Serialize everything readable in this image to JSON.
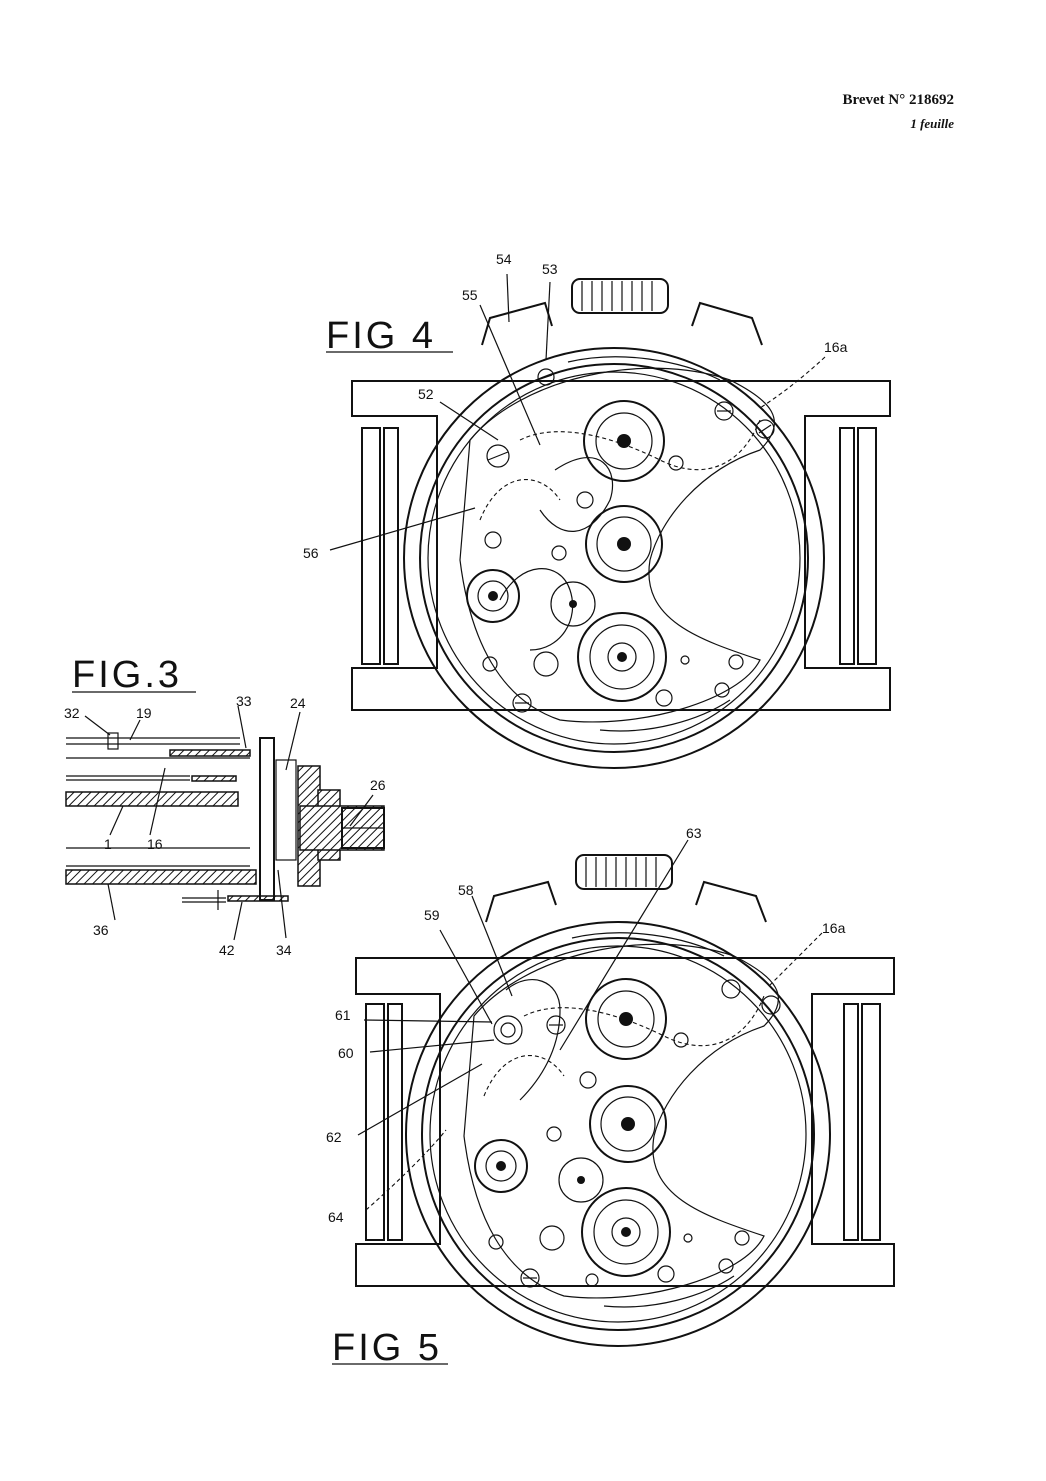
{
  "header": {
    "patent": "Brevet N° 218692",
    "sheet": "1 feuille"
  },
  "figures": {
    "fig3": {
      "label": "FIG.3",
      "refs": {
        "r32": "32",
        "r19": "19",
        "r33": "33",
        "r24": "24",
        "r26": "26",
        "r1": "1",
        "r16": "16",
        "r36": "36",
        "r42": "42",
        "r34": "34"
      }
    },
    "fig4": {
      "label": "FIG 4",
      "refs": {
        "r54": "54",
        "r53": "53",
        "r55": "55",
        "r52": "52",
        "r56": "56",
        "r16a": "16a"
      }
    },
    "fig5": {
      "label": "FIG 5",
      "refs": {
        "r63": "63",
        "r58": "58",
        "r59": "59",
        "r61": "61",
        "r60": "60",
        "r62": "62",
        "r64": "64",
        "r16a": "16a"
      }
    }
  },
  "colors": {
    "ink": "#111111",
    "paper": "#ffffff"
  }
}
